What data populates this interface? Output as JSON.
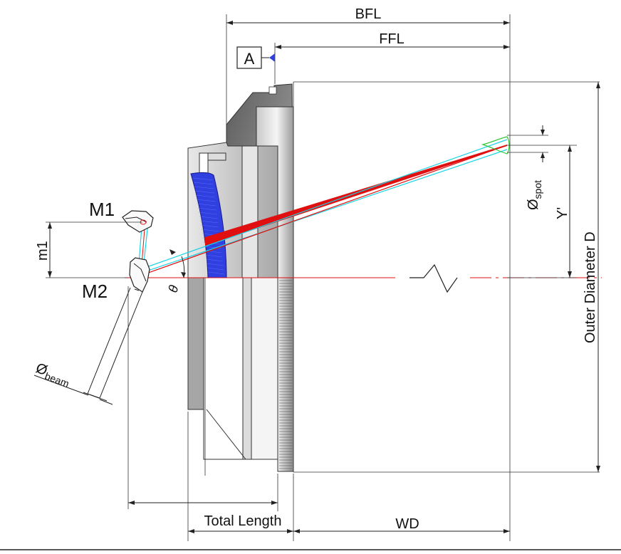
{
  "labels": {
    "bfl": "BFL",
    "ffl": "FFL",
    "datum": "A",
    "m1_mirror": "M1",
    "m2_mirror": "M2",
    "m1_distance": "m1",
    "theta": "θ",
    "beam_diameter_main": "Ø",
    "beam_diameter_sub": "beam",
    "spot_diameter_main": "Ø",
    "spot_diameter_sub": "spot",
    "image_height": "Y'",
    "outer_diameter": "Outer Diameter D",
    "total_length": "Total Length",
    "working_distance": "WD"
  },
  "colors": {
    "lens_glass": "#2f3fe0",
    "chief_ray": "#e01010",
    "marginal_ray": "#19d4e6",
    "spot_outline": "#35c83a",
    "datum_marker": "#2f3fe0",
    "housing_dark": "#6e6e6e",
    "housing_light": "#d8d8d8"
  }
}
